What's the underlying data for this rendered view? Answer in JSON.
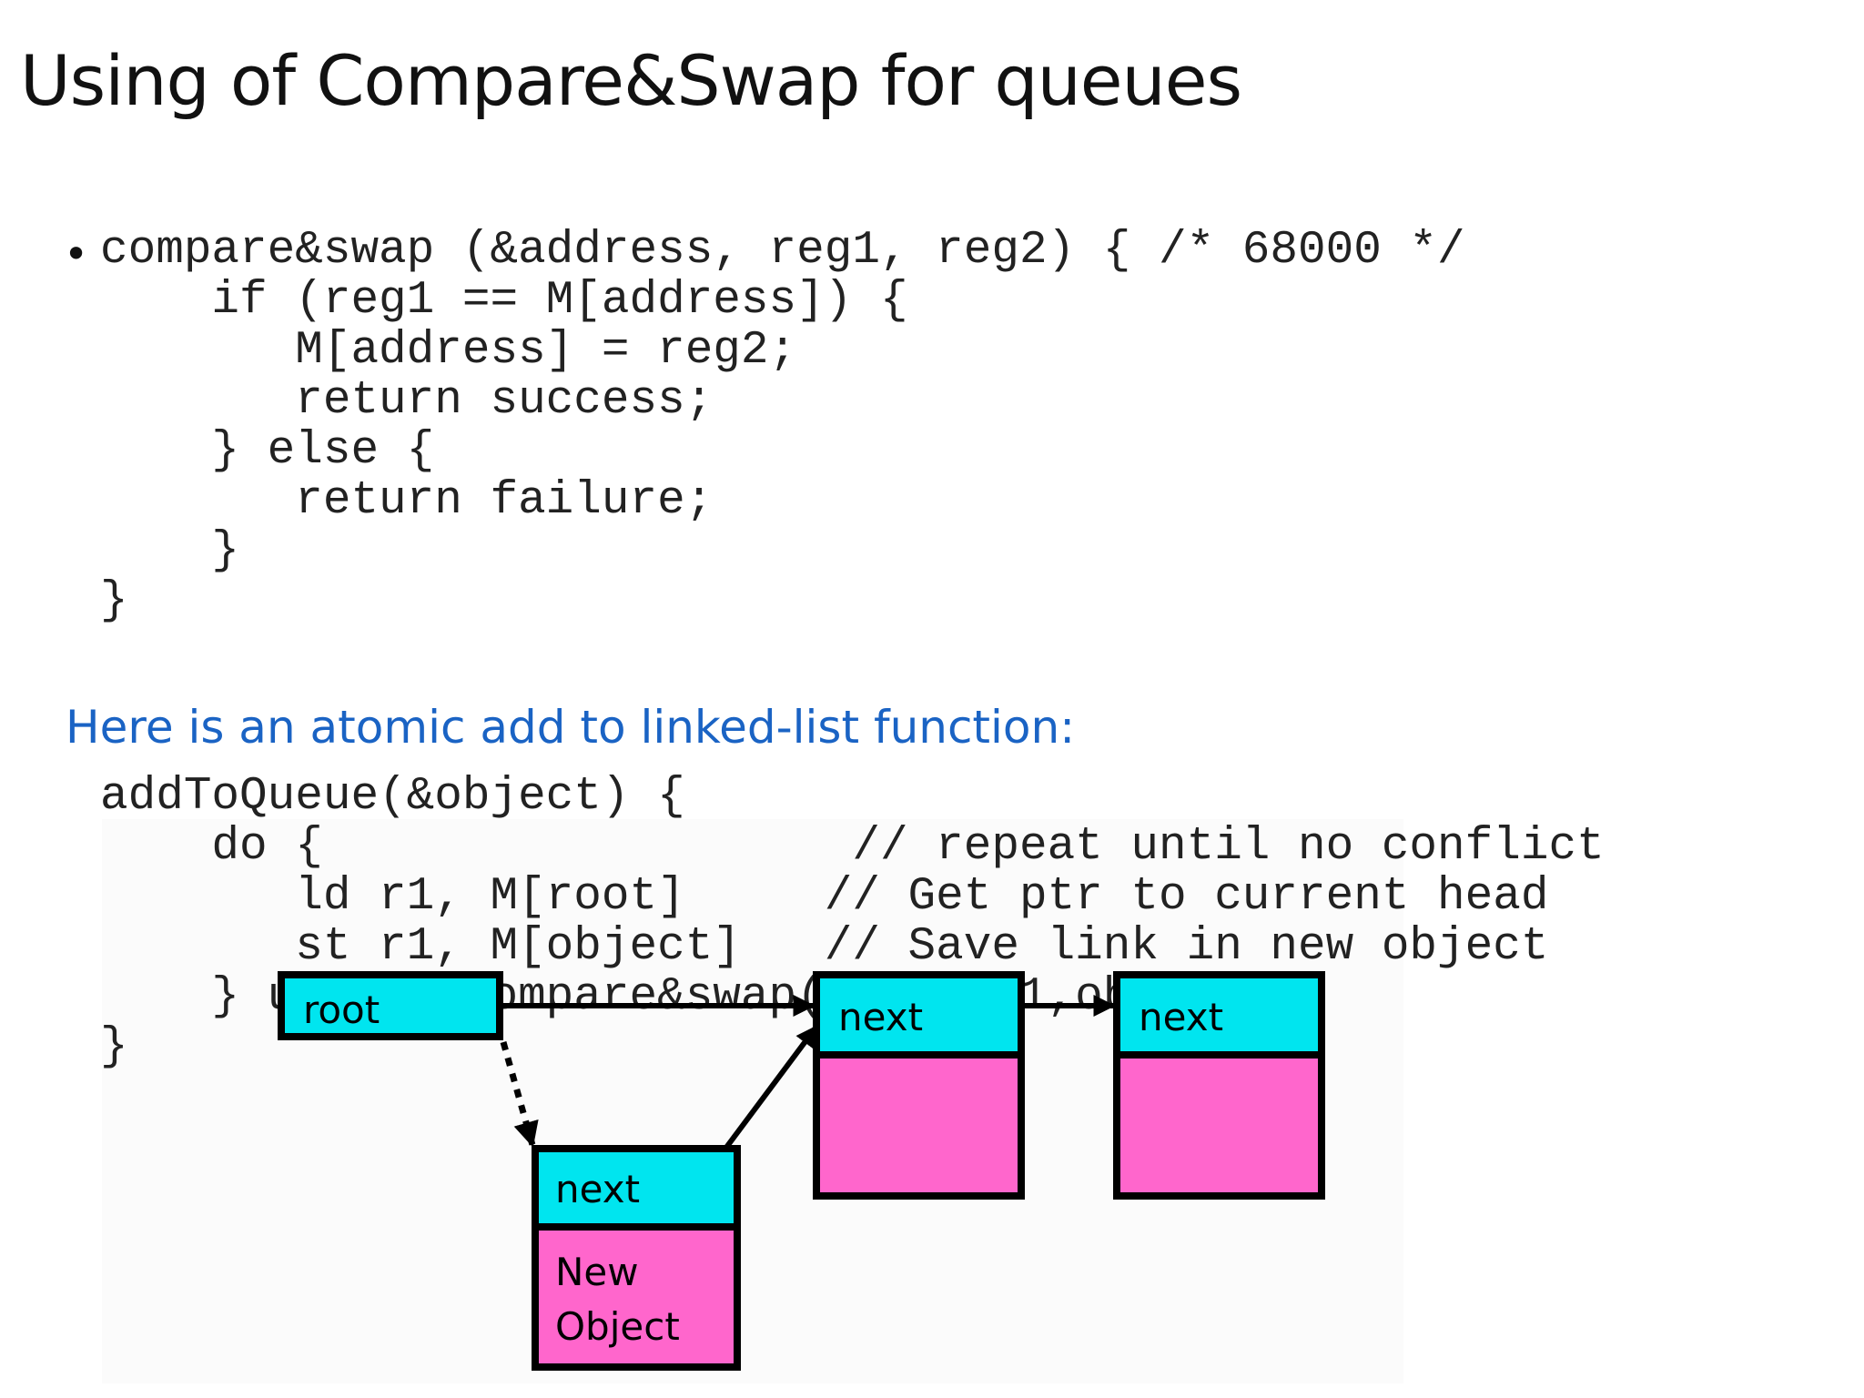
{
  "title": "Using of Compare&Swap for queues",
  "cas_code": "compare&swap (&address, reg1, reg2) { /* 68000 */\n    if (reg1 == M[address]) {\n       M[address] = reg2;\n       return success;\n    } else {\n       return failure;\n    }\n}",
  "subtitle": "Here is an atomic add to linked-list function:",
  "add_code": "addToQueue(&object) {\n    do {                   // repeat until no conflict\n       ld r1, M[root]     // Get ptr to current head\n       st r1, M[object]   // Save link in new object\n    } until (compare&swap(&root,r1,object));\n}",
  "diagram": {
    "root_label": "root",
    "node1_label": "next",
    "node2_label": "next",
    "new_next_label": "next",
    "new_object_label": "New\nObject",
    "colors": {
      "cyan": "#00e5ef",
      "pink": "#ff66cc",
      "border": "#000000",
      "subtitle": "#1a63c4"
    }
  }
}
